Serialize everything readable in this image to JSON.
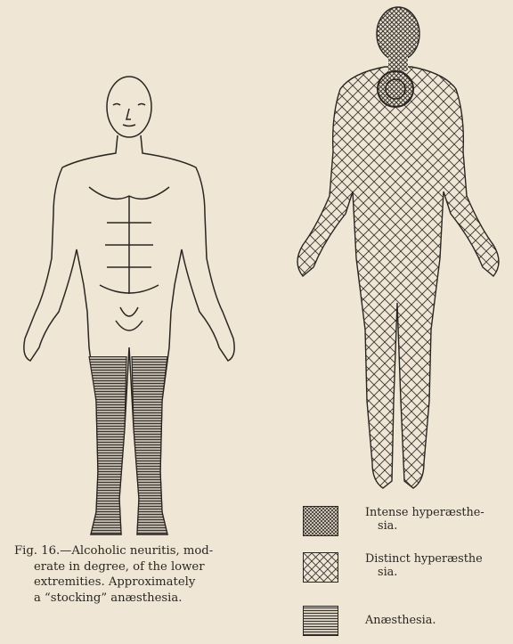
{
  "caption": {
    "line1": "Fig. 16.—Alcoholic neuritis, mod-",
    "line2": "erate in degree, of the lower",
    "line3": "extremities.  Approximately",
    "line4": "a  “stocking”  anæsthesia."
  },
  "legend": [
    {
      "line1": "Intense  hyperæsthe-",
      "line2": "sia.",
      "pattern": "dense-crosshatch",
      "color": "#3a3430"
    },
    {
      "line1": "Distinct hyperæsthe",
      "line2": "sia.",
      "pattern": "crosshatch",
      "color": "#3a3430"
    },
    {
      "line1": "Anæsthesia.",
      "line2": "",
      "pattern": "horizontal-lines",
      "color": "#3a3430"
    }
  ]
}
